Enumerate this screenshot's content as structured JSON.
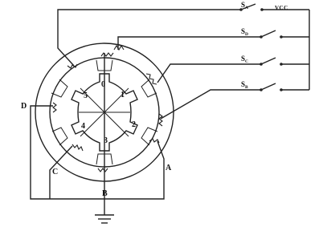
{
  "supply": {
    "label": "VCC"
  },
  "switches": [
    {
      "main": "S",
      "sub": "A"
    },
    {
      "main": "S",
      "sub": "D"
    },
    {
      "main": "S",
      "sub": "C"
    },
    {
      "main": "S",
      "sub": "B"
    }
  ],
  "phases": {
    "a": "A",
    "b": "B",
    "c": "C",
    "d": "D"
  },
  "rotor_teeth": [
    "0",
    "1",
    "2",
    "3",
    "4",
    "5"
  ]
}
